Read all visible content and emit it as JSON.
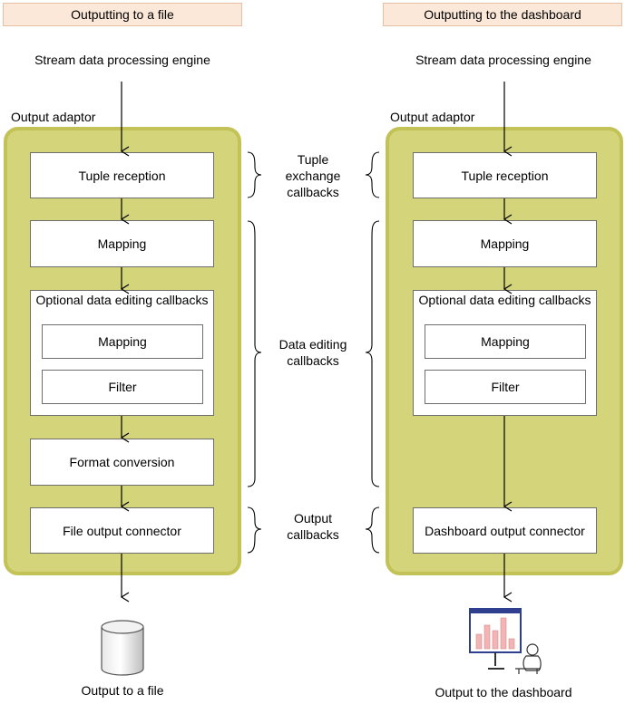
{
  "headers": {
    "left": "Outputting to a file",
    "right": "Outputting to the dashboard"
  },
  "left": {
    "engine": "Stream data processing engine",
    "adaptor": "Output adaptor",
    "tuple_reception": "Tuple reception",
    "mapping": "Mapping",
    "optional_title": "Optional data editing callbacks",
    "optional_mapping": "Mapping",
    "optional_filter": "Filter",
    "format_conversion": "Format conversion",
    "connector": "File output connector",
    "output": "Output to a file"
  },
  "right": {
    "engine": "Stream data processing engine",
    "adaptor": "Output adaptor",
    "tuple_reception": "Tuple reception",
    "mapping": "Mapping",
    "optional_title": "Optional data editing callbacks",
    "optional_mapping": "Mapping",
    "optional_filter": "Filter",
    "connector": "Dashboard output connector",
    "output": "Output to the dashboard"
  },
  "callbacks": {
    "tuple_exchange": [
      "Tuple",
      "exchange",
      "callbacks"
    ],
    "data_editing": [
      "Data editing",
      "callbacks"
    ],
    "output": [
      "Output",
      "callbacks"
    ]
  },
  "colors": {
    "header_fill": "#fbe8d9",
    "adaptor_fill": "#d4d47a",
    "adaptor_border": "#c2c257",
    "box_border": "#6e6e6e",
    "chart_bars": "#f2b4b4",
    "monitor_frame": "#2e3f8f"
  },
  "icons": [
    "database-icon",
    "dashboard-user-icon"
  ]
}
